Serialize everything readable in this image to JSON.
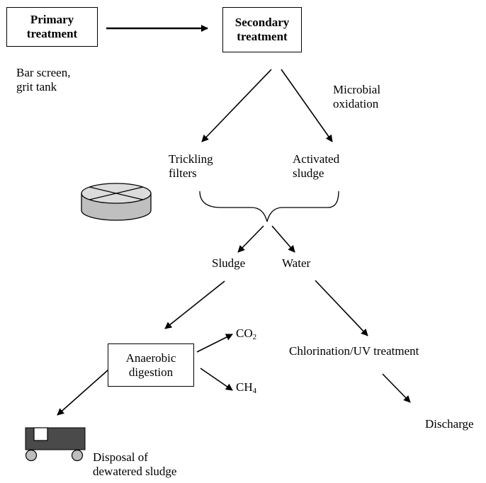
{
  "boxes": {
    "primary": [
      "Primary",
      "treatment"
    ],
    "secondary": [
      "Secondary",
      "treatment"
    ],
    "anaerobic": [
      "Anaerobic",
      "digestion"
    ]
  },
  "labels": {
    "bar_screen": [
      "Bar screen,",
      "grit tank"
    ],
    "microbial": [
      "Microbial",
      "oxidation"
    ],
    "trickling": [
      "Trickling",
      "filters"
    ],
    "activated": [
      "Activated",
      "sludge"
    ],
    "sludge": "Sludge",
    "water": "Water",
    "co2": {
      "base": "CO",
      "sub": "2"
    },
    "ch4": {
      "base": "CH",
      "sub": "4"
    },
    "chlorination": "Chlorination/UV treatment",
    "discharge": "Discharge",
    "disposal": [
      "Disposal of",
      "dewatered sludge"
    ]
  },
  "icons": {
    "filter_tank": "trickling-filter-tank-icon",
    "truck": "sludge-truck-icon"
  }
}
